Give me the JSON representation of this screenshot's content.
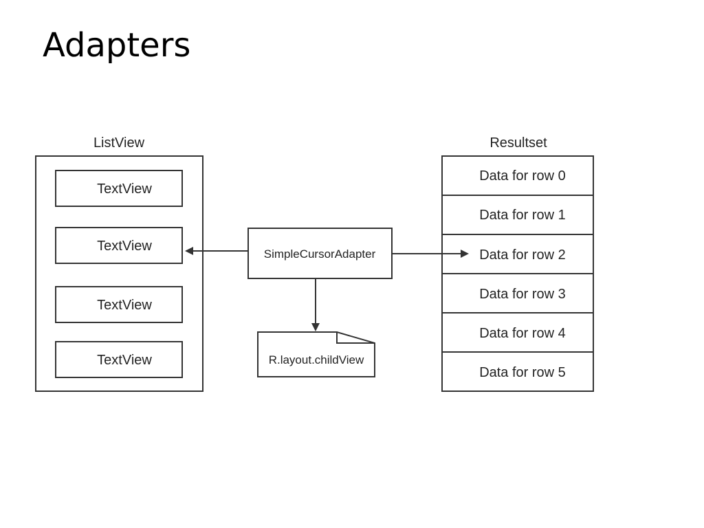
{
  "slide": {
    "title": "Adapters"
  },
  "diagram": {
    "listview": {
      "heading": "ListView",
      "items": [
        "TextView",
        "TextView",
        "TextView",
        "TextView"
      ]
    },
    "adapter": {
      "label": "SimpleCursorAdapter"
    },
    "layout_file": {
      "label": "R.layout.childView"
    },
    "resultset": {
      "heading": "Resultset",
      "rows": [
        "Data for row 0",
        "Data for row 1",
        "Data for row 2",
        "Data for row 3",
        "Data for row 4",
        "Data for row 5"
      ]
    },
    "colors": {
      "stroke": "#333333",
      "text": "#222222",
      "background": "#ffffff"
    }
  }
}
